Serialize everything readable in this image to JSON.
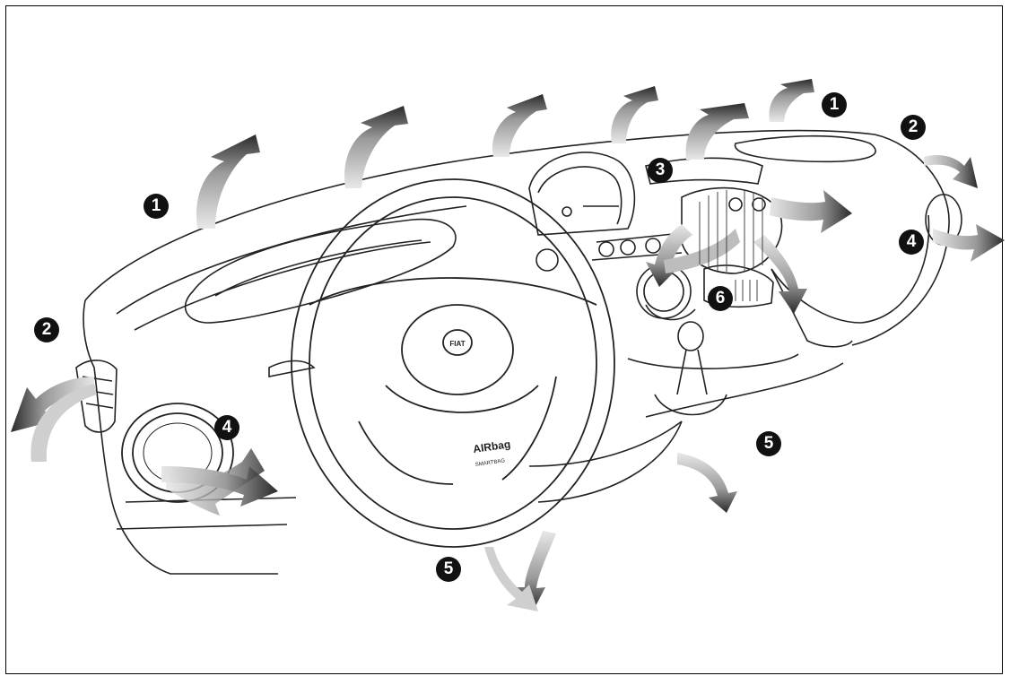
{
  "diagram": {
    "callouts": [
      {
        "id": "c1a",
        "label": "1"
      },
      {
        "id": "c1b",
        "label": "1"
      },
      {
        "id": "c2a",
        "label": "2"
      },
      {
        "id": "c2b",
        "label": "2"
      },
      {
        "id": "c3",
        "label": "3"
      },
      {
        "id": "c4a",
        "label": "4"
      },
      {
        "id": "c4b",
        "label": "4"
      },
      {
        "id": "c5a",
        "label": "5"
      },
      {
        "id": "c5b",
        "label": "5"
      },
      {
        "id": "c6",
        "label": "6"
      }
    ],
    "steering_badge": "FIAT",
    "airbag_label": "AIRbag",
    "airbag_sublabel": "SMARTBAG"
  }
}
